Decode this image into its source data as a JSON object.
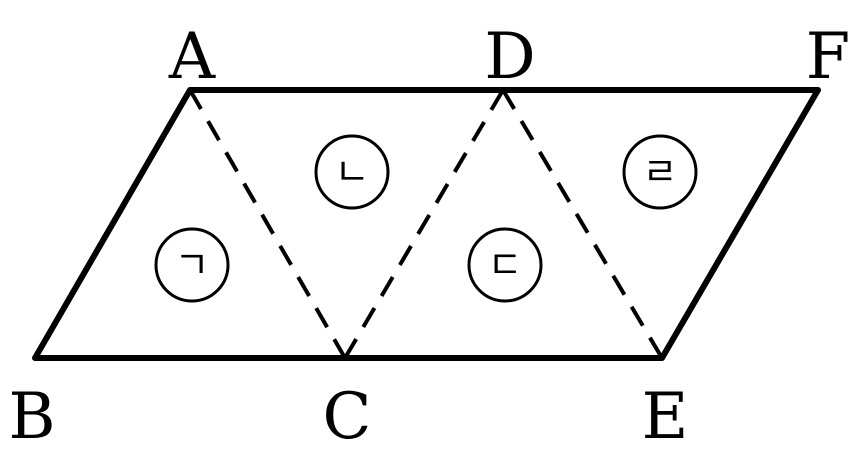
{
  "points": {
    "A": "A",
    "B": "B",
    "C": "C",
    "D": "D",
    "E": "E",
    "F": "F"
  },
  "regions": [
    "ㄱ",
    "ㄴ",
    "ㄷ",
    "ㄹ"
  ]
}
